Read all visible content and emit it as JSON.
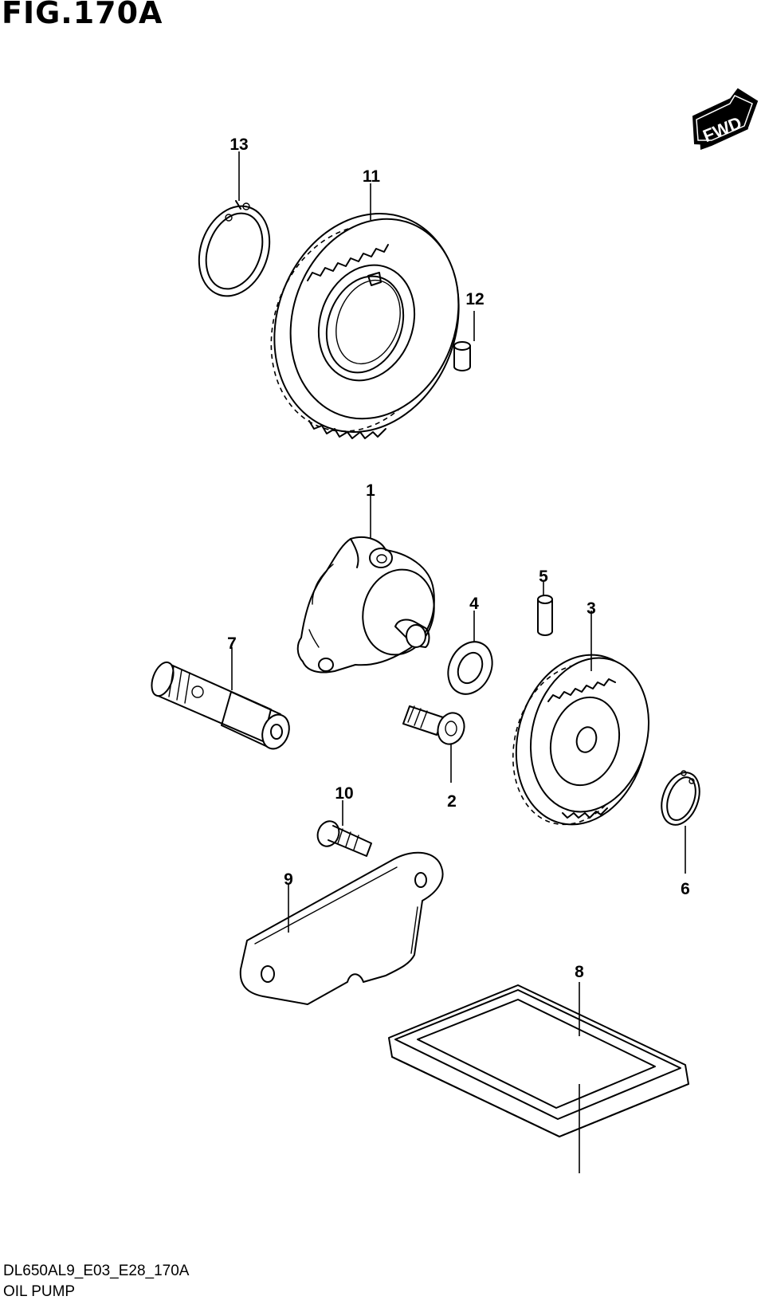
{
  "figure": {
    "title": "FIG.170A",
    "code": "DL650AL9_E03_E28_170A",
    "caption": "OIL PUMP"
  },
  "fwd_arrow": {
    "label": "FWD"
  },
  "callouts": [
    "1",
    "2",
    "3",
    "4",
    "5",
    "6",
    "7",
    "8",
    "9",
    "10",
    "11",
    "12",
    "13"
  ]
}
